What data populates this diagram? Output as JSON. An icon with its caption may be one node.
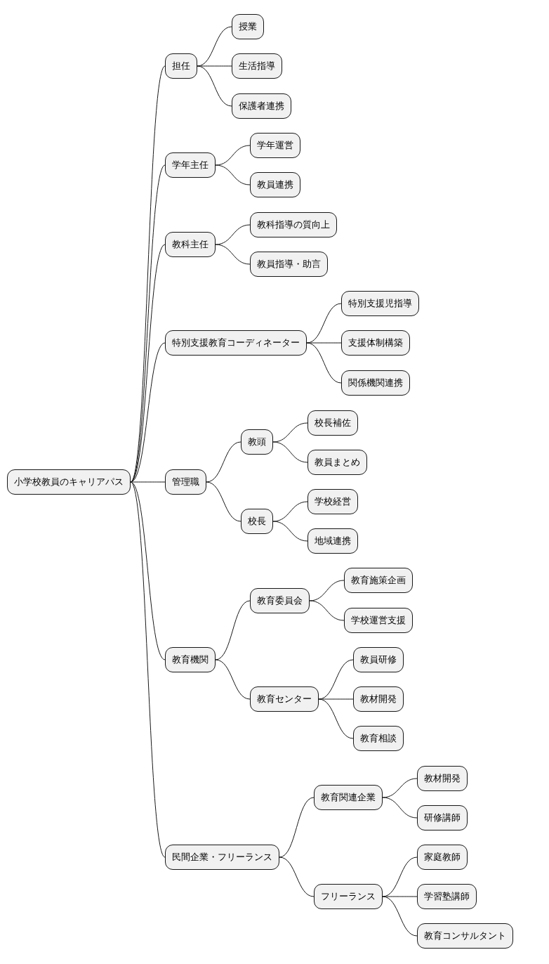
{
  "diagram": {
    "nodes": [
      {
        "text": [
          "小学校教員のキャリアパス"
        ]
      },
      {
        "text": [
          "担任"
        ]
      },
      {
        "text": [
          "授業"
        ]
      },
      {
        "text": [
          "生活指導"
        ]
      },
      {
        "text": [
          "保護者連携"
        ]
      },
      {
        "text": [
          "学年主任"
        ]
      },
      {
        "text": [
          "学年運営"
        ]
      },
      {
        "text": [
          "教員連携"
        ]
      },
      {
        "text": [
          "教科主任"
        ]
      },
      {
        "text": [
          "教科指導の質向上"
        ]
      },
      {
        "text": [
          "教員指導・助言"
        ]
      },
      {
        "text": [
          "特別支援教育コーディネーター"
        ]
      },
      {
        "text": [
          "特別支援児指導"
        ]
      },
      {
        "text": [
          "支援体制構築"
        ]
      },
      {
        "text": [
          "関係機関連携"
        ]
      },
      {
        "text": [
          "管理職"
        ]
      },
      {
        "text": [
          "教頭"
        ]
      },
      {
        "text": [
          "校長補佐"
        ]
      },
      {
        "text": [
          "教員まとめ"
        ]
      },
      {
        "text": [
          "校長"
        ]
      },
      {
        "text": [
          "学校経営"
        ]
      },
      {
        "text": [
          "地域連携"
        ]
      },
      {
        "text": [
          "教育機関"
        ]
      },
      {
        "text": [
          "教育委員会"
        ]
      },
      {
        "text": [
          "教育施策企画"
        ]
      },
      {
        "text": [
          "学校運営支援"
        ]
      },
      {
        "text": [
          "教育センター"
        ]
      },
      {
        "text": [
          "教員研修"
        ]
      },
      {
        "text": [
          "教材開発"
        ]
      },
      {
        "text": [
          "教育相談"
        ]
      },
      {
        "text": [
          "民間企業・フリーランス"
        ]
      },
      {
        "text": [
          "教育関連企業"
        ]
      },
      {
        "text": [
          "教材開発"
        ]
      },
      {
        "text": [
          "研修講師"
        ]
      },
      {
        "text": [
          "フリーランス"
        ]
      },
      {
        "text": [
          "家庭教師"
        ]
      },
      {
        "text": [
          "学習塾講師"
        ]
      },
      {
        "text": [
          "教育コンサルタント"
        ]
      }
    ],
    "edges": [
      {
        "from": 0,
        "to": 1,
        "arrow": "none"
      },
      {
        "from": 1,
        "to": 2,
        "arrow": "none"
      },
      {
        "from": 1,
        "to": 3,
        "arrow": "none"
      },
      {
        "from": 1,
        "to": 4,
        "arrow": "none"
      },
      {
        "from": 0,
        "to": 5,
        "arrow": "none"
      },
      {
        "from": 5,
        "to": 6,
        "arrow": "none"
      },
      {
        "from": 5,
        "to": 7,
        "arrow": "none"
      },
      {
        "from": 0,
        "to": 8,
        "arrow": "none"
      },
      {
        "from": 8,
        "to": 9,
        "arrow": "none"
      },
      {
        "from": 8,
        "to": 10,
        "arrow": "none"
      },
      {
        "from": 0,
        "to": 11,
        "arrow": "none"
      },
      {
        "from": 11,
        "to": 12,
        "arrow": "none"
      },
      {
        "from": 11,
        "to": 13,
        "arrow": "none"
      },
      {
        "from": 11,
        "to": 14,
        "arrow": "none"
      },
      {
        "from": 0,
        "to": 15,
        "arrow": "none"
      },
      {
        "from": 15,
        "to": 16,
        "arrow": "none"
      },
      {
        "from": 16,
        "to": 17,
        "arrow": "none"
      },
      {
        "from": 16,
        "to": 18,
        "arrow": "none"
      },
      {
        "from": 15,
        "to": 19,
        "arrow": "none"
      },
      {
        "from": 19,
        "to": 20,
        "arrow": "none"
      },
      {
        "from": 19,
        "to": 21,
        "arrow": "none"
      },
      {
        "from": 0,
        "to": 22,
        "arrow": "none"
      },
      {
        "from": 22,
        "to": 23,
        "arrow": "none"
      },
      {
        "from": 23,
        "to": 24,
        "arrow": "none"
      },
      {
        "from": 23,
        "to": 25,
        "arrow": "none"
      },
      {
        "from": 22,
        "to": 26,
        "arrow": "none"
      },
      {
        "from": 26,
        "to": 27,
        "arrow": "none"
      },
      {
        "from": 26,
        "to": 28,
        "arrow": "none"
      },
      {
        "from": 26,
        "to": 29,
        "arrow": "none"
      },
      {
        "from": 0,
        "to": 30,
        "arrow": "none"
      },
      {
        "from": 30,
        "to": 31,
        "arrow": "none"
      },
      {
        "from": 31,
        "to": 32,
        "arrow": "none"
      },
      {
        "from": 31,
        "to": 33,
        "arrow": "none"
      },
      {
        "from": 30,
        "to": 34,
        "arrow": "none"
      },
      {
        "from": 34,
        "to": 35,
        "arrow": "none"
      },
      {
        "from": 34,
        "to": 36,
        "arrow": "none"
      },
      {
        "from": 34,
        "to": 37,
        "arrow": "none"
      }
    ]
  }
}
